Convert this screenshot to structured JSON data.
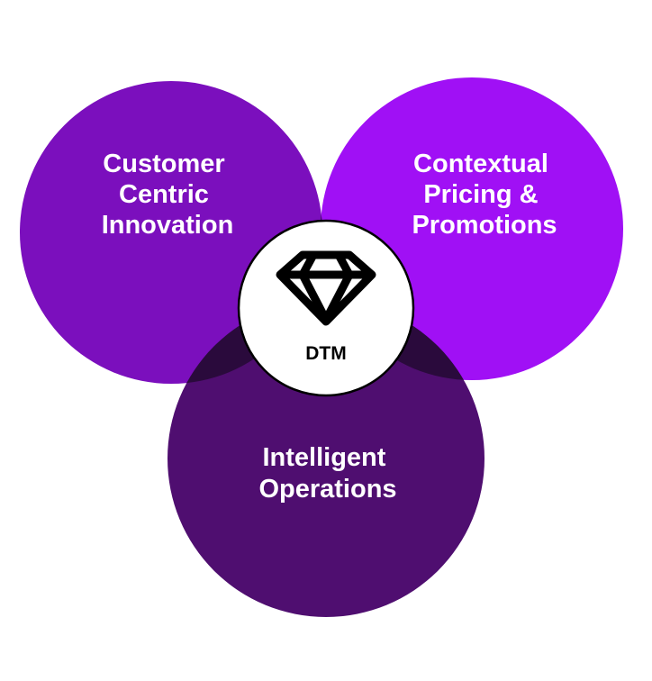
{
  "diagram": {
    "circles": [
      {
        "id": "customer",
        "lines": [
          "Customer",
          "Centric",
          "Innovation"
        ],
        "color": "#7b0fbd"
      },
      {
        "id": "contextual",
        "lines": [
          "Contextual",
          "Pricing &",
          "Promotions"
        ],
        "color": "#a010f5"
      },
      {
        "id": "intelligent",
        "lines": [
          "Intelligent",
          "Operations"
        ],
        "color": "#4f0e70"
      }
    ],
    "overlap_color": "#2a0a3c",
    "center": {
      "label": "DTM",
      "icon": "diamond-icon"
    }
  }
}
